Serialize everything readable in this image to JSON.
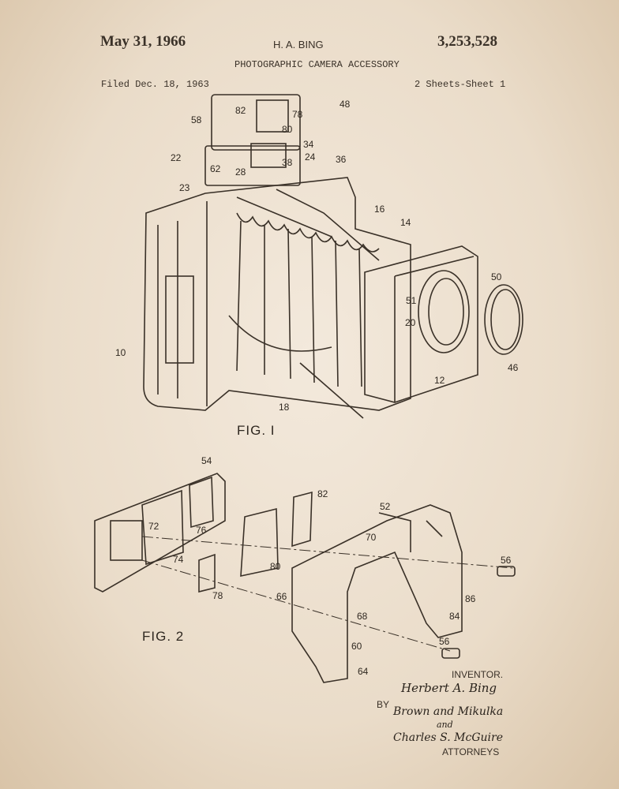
{
  "header": {
    "date": "May 31, 1966",
    "inventor_name": "H. A. BING",
    "patent_number": "3,253,528",
    "title": "PHOTOGRAPHIC CAMERA ACCESSORY",
    "filed": "Filed Dec. 18, 1963",
    "sheets": "2 Sheets-Sheet 1"
  },
  "fig1": {
    "label": "FIG. I",
    "refs": [
      "48",
      "82",
      "78",
      "80",
      "58",
      "34",
      "22",
      "62",
      "28",
      "38",
      "24",
      "36",
      "23",
      "16",
      "14",
      "50",
      "51",
      "20",
      "10",
      "46",
      "12",
      "18"
    ]
  },
  "fig2": {
    "label": "FIG. 2",
    "refs": [
      "54",
      "82",
      "52",
      "72",
      "76",
      "70",
      "56",
      "74",
      "80",
      "78",
      "66",
      "86",
      "68",
      "84",
      "56",
      "60",
      "64"
    ]
  },
  "footer": {
    "inventor_label": "INVENTOR.",
    "inventor_signature": "Herbert A. Bing",
    "by": "BY",
    "attorney_signature_1": "Brown and Mikulka",
    "and": "and",
    "attorney_signature_2": "Charles S. McGuire",
    "attorneys_label": "ATTORNEYS"
  },
  "colors": {
    "paper": "#eadcc9",
    "ink": "#2f2820"
  }
}
